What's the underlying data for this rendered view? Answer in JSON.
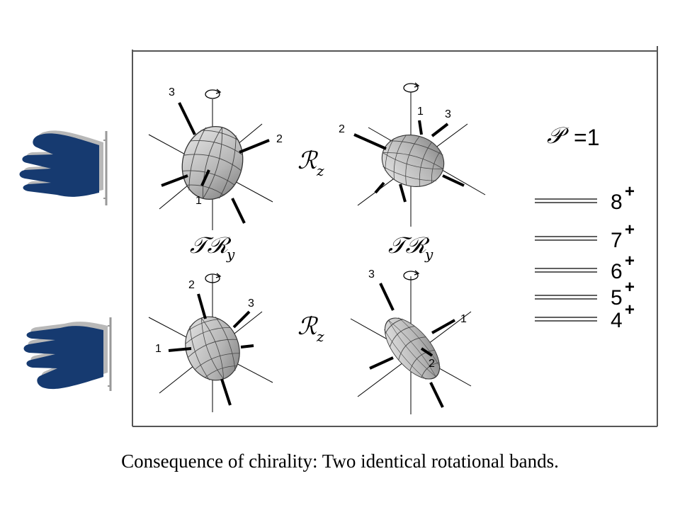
{
  "caption": "Consequence of chirality: Two identical rotational bands.",
  "operators": {
    "rz": "ℛ",
    "rz_sub": "z",
    "try": "𝒯ℛ",
    "try_sub": "y",
    "parity": "𝒫",
    "parity_value": "=1"
  },
  "axis_labels": {
    "tl": [
      "3",
      "2",
      "1"
    ],
    "tr": [
      "2",
      "1",
      "3"
    ],
    "bl": [
      "2",
      "3",
      "1"
    ],
    "br": [
      "3",
      "1",
      "2"
    ]
  },
  "levels": [
    {
      "spin": "8",
      "parity": "+"
    },
    {
      "spin": "7",
      "parity": "+"
    },
    {
      "spin": "6",
      "parity": "+"
    },
    {
      "spin": "5",
      "parity": "+"
    },
    {
      "spin": "4",
      "parity": "+"
    }
  ],
  "colors": {
    "glove": "#163a70",
    "glove_shadow": "#b8b8b8",
    "frame": "#555555"
  }
}
